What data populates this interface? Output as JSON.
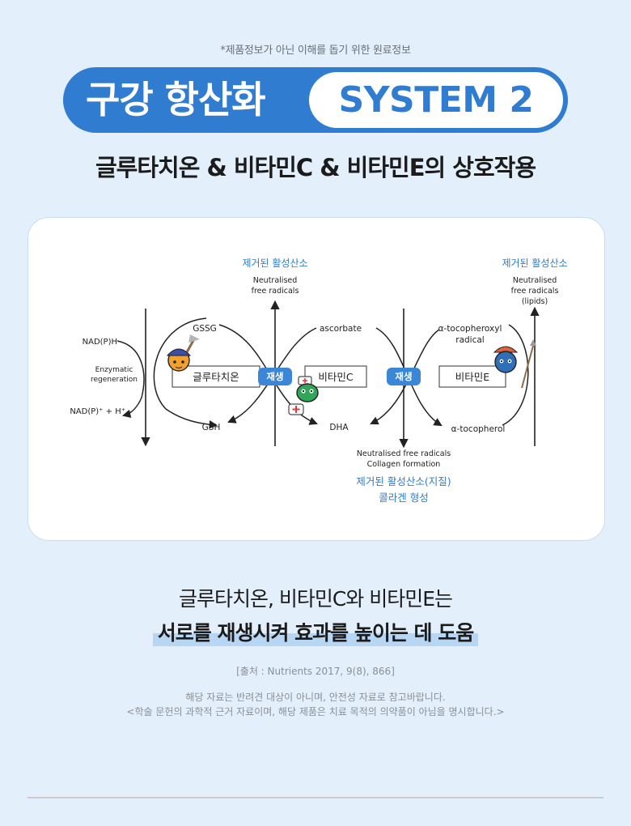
{
  "header": {
    "notice": "*제품정보가 아닌 이해를 돕기 위한 원료정보",
    "badge_left": "구강 항산화",
    "badge_right": "SYSTEM 2",
    "subtitle": "글루타치온 & 비타민C & 비타민E의 상호작용"
  },
  "diagram": {
    "top_label_1_ko": "제거된 활성산소",
    "top_label_1_en_1": "Neutralised",
    "top_label_1_en_2": "free radicals",
    "top_label_2_ko": "제거된 활성산소",
    "top_label_2_en_1": "Neutralised",
    "top_label_2_en_2": "free radicals",
    "top_label_2_en_3": "(lipids)",
    "nadph": "NAD(P)H",
    "enzymatic_1": "Enzymatic",
    "enzymatic_2": "regeneration",
    "nadp": "NAD(P)⁺ + H⁺",
    "gssg": "GSSG",
    "gsh": "GSH",
    "ascorbate": "ascorbate",
    "dha": "DHA",
    "tocopheroxyl_1": "α-tocopheroxyl",
    "tocopheroxyl_2": "radical",
    "tocopherol": "α-tocopherol",
    "box_glutathione": "글루타치온",
    "box_vitc": "비타민C",
    "box_vite": "비타민E",
    "regen_1": "재생",
    "regen_2": "재생",
    "bottom_en_1": "Neutralised free radicals",
    "bottom_en_2": "Collagen formation",
    "bottom_ko_1": "제거된 활성산소(지질)",
    "bottom_ko_2": "콜라겐 형성"
  },
  "summary": {
    "line1": "글루타치온, 비타민C와 비타민E는",
    "line2": "서로를 재생시켜 효과를 높이는 데 도움"
  },
  "footer": {
    "source": "[출처 : Nutrients 2017, 9(8), 866]",
    "disclaimer_1": "해당 자료는 반려견 대상이 아니며, 안전성 자료로 참고바랍니다.",
    "disclaimer_2": "<학술 문헌의 과학적 근거 자료이며, 해당 제품은 치료 목적의 의약품이 아님을 명시합니다.>"
  },
  "colors": {
    "background": "#e3f0fb",
    "accent_blue": "#2f7cd0",
    "highlight": "#b7d6f3"
  }
}
